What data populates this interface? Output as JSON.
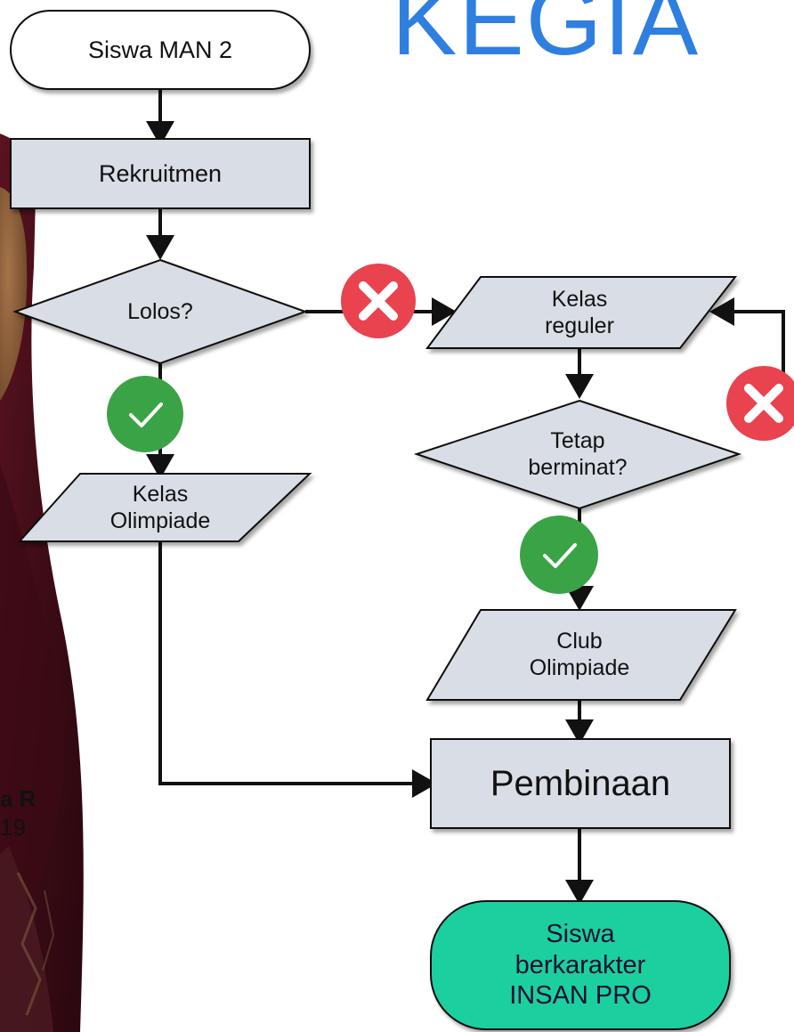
{
  "title": "KEGIA",
  "caption": {
    "name": "a R",
    "year": "19"
  },
  "nodes": {
    "start": "Siswa MAN 2",
    "recruit": "Rekruitmen",
    "decision_pass": "Lolos?",
    "olympiad_class": "Kelas\nOlimpiade",
    "regular_class": "Kelas\nreguler",
    "decision_interest": "Tetap\nberminat?",
    "olympiad_club": "Club\nOlimpiade",
    "coaching": "Pembinaan",
    "end": "Siswa\nberkarakter\nINSAN PRO"
  },
  "colors": {
    "process_fill": "#d9dde6",
    "end_fill": "#1fcf9f",
    "title": "#2f7fe0",
    "yes_badge": "#3aa346",
    "no_badge": "#e8434f"
  },
  "icons": [
    "check-icon",
    "cross-icon"
  ]
}
